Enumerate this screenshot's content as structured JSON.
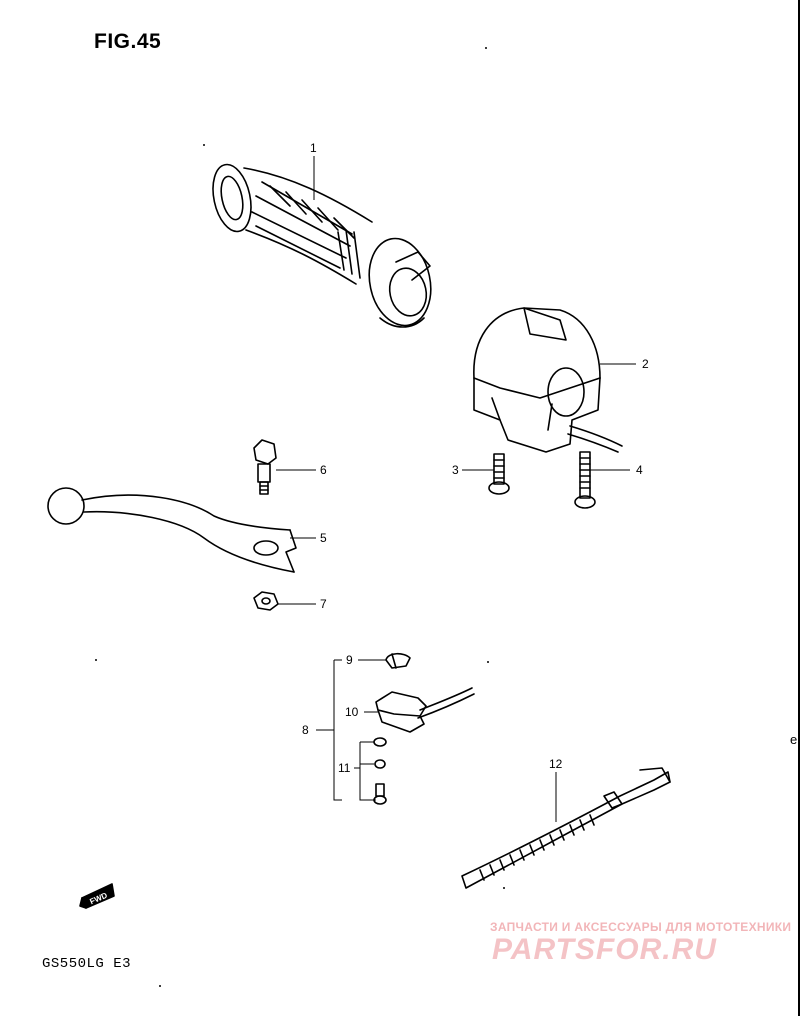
{
  "figure": {
    "title": "FIG.45",
    "model": "GS550LG  E3"
  },
  "callouts": {
    "c1": "1",
    "c2": "2",
    "c3": "3",
    "c4": "4",
    "c5": "5",
    "c6": "6",
    "c7": "7",
    "c8": "8",
    "c9": "9",
    "c10": "10",
    "c11": "11",
    "c12": "12"
  },
  "direction": {
    "label": "FWD"
  },
  "watermark": {
    "tagline": "ЗАПЧАСТИ И АКСЕССУАРЫ ДЛЯ МОТОТЕХНИКИ",
    "logo": "PARTSFOR.RU",
    "color": "#f2b5b8"
  },
  "edge_letter": "e"
}
